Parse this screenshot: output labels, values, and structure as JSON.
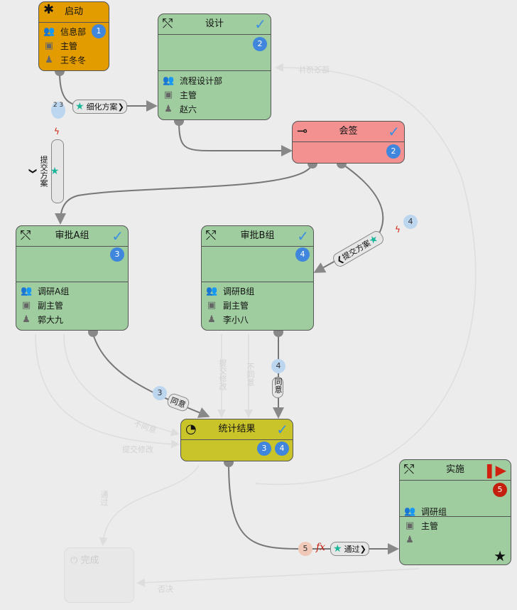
{
  "nodes": {
    "start": {
      "title": "启动",
      "badge": "1",
      "dept": "信息部",
      "role": "主管",
      "person": "王冬冬",
      "color": "#e39c00"
    },
    "design": {
      "title": "设计",
      "badge": "2",
      "dept": "流程设计部",
      "role": "主管",
      "person": "赵六"
    },
    "countersign": {
      "title": "会签",
      "badge": "2",
      "color": "#f39191"
    },
    "approve_a": {
      "title": "审批A组",
      "badge": "3",
      "dept": "调研A组",
      "role": "副主管",
      "person": "郭大九"
    },
    "approve_b": {
      "title": "审批B组",
      "badge": "4",
      "dept": "调研B组",
      "role": "副主管",
      "person": "李小八"
    },
    "stats": {
      "title": "统计结果",
      "badges": [
        "3",
        "4"
      ],
      "color": "#c9c42a"
    },
    "implement": {
      "title": "实施",
      "badge": "5",
      "dept": "调研组",
      "role": "主管"
    },
    "finish": {
      "title": "完成"
    }
  },
  "edges": {
    "refine": {
      "label": "细化方案",
      "nums": "2 3"
    },
    "submit_left": {
      "label": "提交方案"
    },
    "submit_right": {
      "label": "提交方案",
      "num": "4"
    },
    "agree_a": {
      "label": "同意",
      "num": "3"
    },
    "agree_b": {
      "label": "同意",
      "num": "4"
    },
    "pass": {
      "label": "通过",
      "num": "5",
      "fx": "fx"
    }
  },
  "faded_labels": [
    "提交设计",
    "提交修改",
    "不同意",
    "不同意",
    "提交修改",
    "通过",
    "否决"
  ]
}
